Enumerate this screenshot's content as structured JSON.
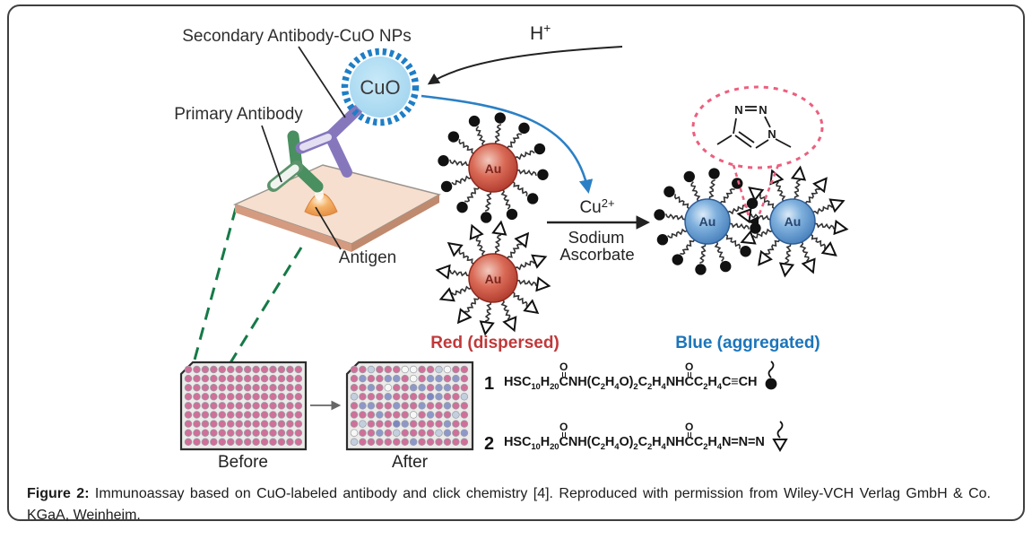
{
  "figure": {
    "labels": {
      "secondary_antibody": "Secondary Antibody-CuO NPs",
      "primary_antibody": "Primary Antibody",
      "antigen": "Antigen",
      "cuo": "CuO",
      "proton_base": "H",
      "proton_sup": "+",
      "copper_base": "Cu",
      "copper_sup": "2+",
      "reagent_line1": "Sodium",
      "reagent_line2": "Ascorbate",
      "au": "Au",
      "red_state": "Red (dispersed)",
      "blue_state": "Blue (aggregated)",
      "before": "Before",
      "after": "After"
    },
    "triazole": {
      "n1": "N",
      "n2": "N",
      "n3": "N"
    },
    "colors": {
      "red_state_label": "#c0393a",
      "blue_state_label": "#1b75bb",
      "cuo_fill": "#abdcf4",
      "cuo_ring": "#1e7ec6",
      "blue_arrow": "#2b80c5",
      "pink_dash": "#ec5f7d",
      "green_dash": "#157a47",
      "well_pink": "#cf7099",
      "well_blue": "#8e98c8"
    },
    "nanoparticles": [
      {
        "id": "np-red-alkyne",
        "core": "red",
        "ligand": "filled-circle",
        "label": "Au"
      },
      {
        "id": "np-red-azide",
        "core": "red",
        "ligand": "open-triangle",
        "label": "Au"
      },
      {
        "id": "np-blue-alkyne",
        "core": "blue",
        "ligand": "filled-circle",
        "label": "Au"
      },
      {
        "id": "np-blue-azide",
        "core": "blue",
        "ligand": "open-triangle",
        "label": "Au"
      }
    ],
    "plates": {
      "cols": 14,
      "rows": 9,
      "well_colors": {
        "p": "#cf7099",
        "b": "#8e98c8",
        "l": "#c3cede",
        "w": "#f7f7f5",
        "d": "#7d87c0"
      },
      "before": {
        "label": "Before",
        "pattern": [
          "pppppppppppppp",
          "pppppppppppppp",
          "pppppppppppppp",
          "pppppppppppppp",
          "pppppppppppppp",
          "pppppppppppppp",
          "pppppppppppppp",
          "pppppppppppppp",
          "pppppppppppppp"
        ]
      },
      "after": {
        "label": "After",
        "pattern": [
          "pplpppwwpplwpp",
          "pbppbbpwpbbpbp",
          "ppbpwppbbpbbpp",
          "lpppbppppdbppl",
          "pbbppbppbppbpp",
          "pppbpppwpbpplp",
          "plpppdbppppbpp",
          "wppbplpppplbpb",
          "lppppppbpppppp"
        ]
      }
    },
    "formulas": [
      {
        "number": "1",
        "terminal": "filled-circle",
        "segments": [
          {
            "t": "txt",
            "v": "HSC~10~H~20~"
          },
          {
            "t": "co",
            "o": "O",
            "c": "C"
          },
          {
            "t": "txt",
            "v": "NH(C~2~H~4~O)~2~C~2~H~4~NH"
          },
          {
            "t": "co",
            "o": "O",
            "c": "C"
          },
          {
            "t": "txt",
            "v": "C~2~H~4~C≡CH"
          }
        ]
      },
      {
        "number": "2",
        "terminal": "open-triangle",
        "segments": [
          {
            "t": "txt",
            "v": "HSC~10~H~20~"
          },
          {
            "t": "co",
            "o": "O",
            "c": "C"
          },
          {
            "t": "txt",
            "v": "NH(C~2~H~4~O)~2~C~2~H~4~NH"
          },
          {
            "t": "co",
            "o": "O",
            "c": "C"
          },
          {
            "t": "txt",
            "v": "C~2~H~4~N=N=N"
          }
        ]
      }
    ]
  },
  "caption": {
    "label": "Figure 2:",
    "text": " Immunoassay based on CuO-labeled antibody and click chemistry [4]. Reproduced with permission from Wiley-VCH Verlag GmbH & Co. KGaA, Weinheim."
  }
}
